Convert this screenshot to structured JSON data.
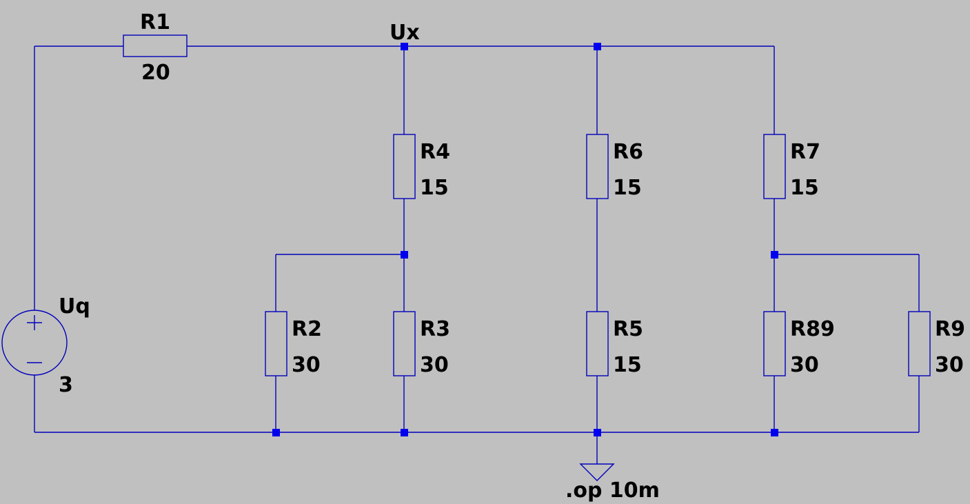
{
  "schematic": {
    "source": {
      "name": "Uq",
      "value": "3"
    },
    "node_label": "Ux",
    "resistors": {
      "R1": {
        "name": "R1",
        "value": "20"
      },
      "R2": {
        "name": "R2",
        "value": "30"
      },
      "R3": {
        "name": "R3",
        "value": "30"
      },
      "R4": {
        "name": "R4",
        "value": "15"
      },
      "R5": {
        "name": "R5",
        "value": "15"
      },
      "R6": {
        "name": "R6",
        "value": "15"
      },
      "R7": {
        "name": "R7",
        "value": "15"
      },
      "R89": {
        "name": "R89",
        "value": "30"
      },
      "R9": {
        "name": "R9",
        "value": "30"
      }
    },
    "directive": ".op 10m",
    "colors": {
      "background": "#c0c0c0",
      "wire": "#0000bb",
      "junction": "#0000ee",
      "text": "#000000"
    }
  }
}
